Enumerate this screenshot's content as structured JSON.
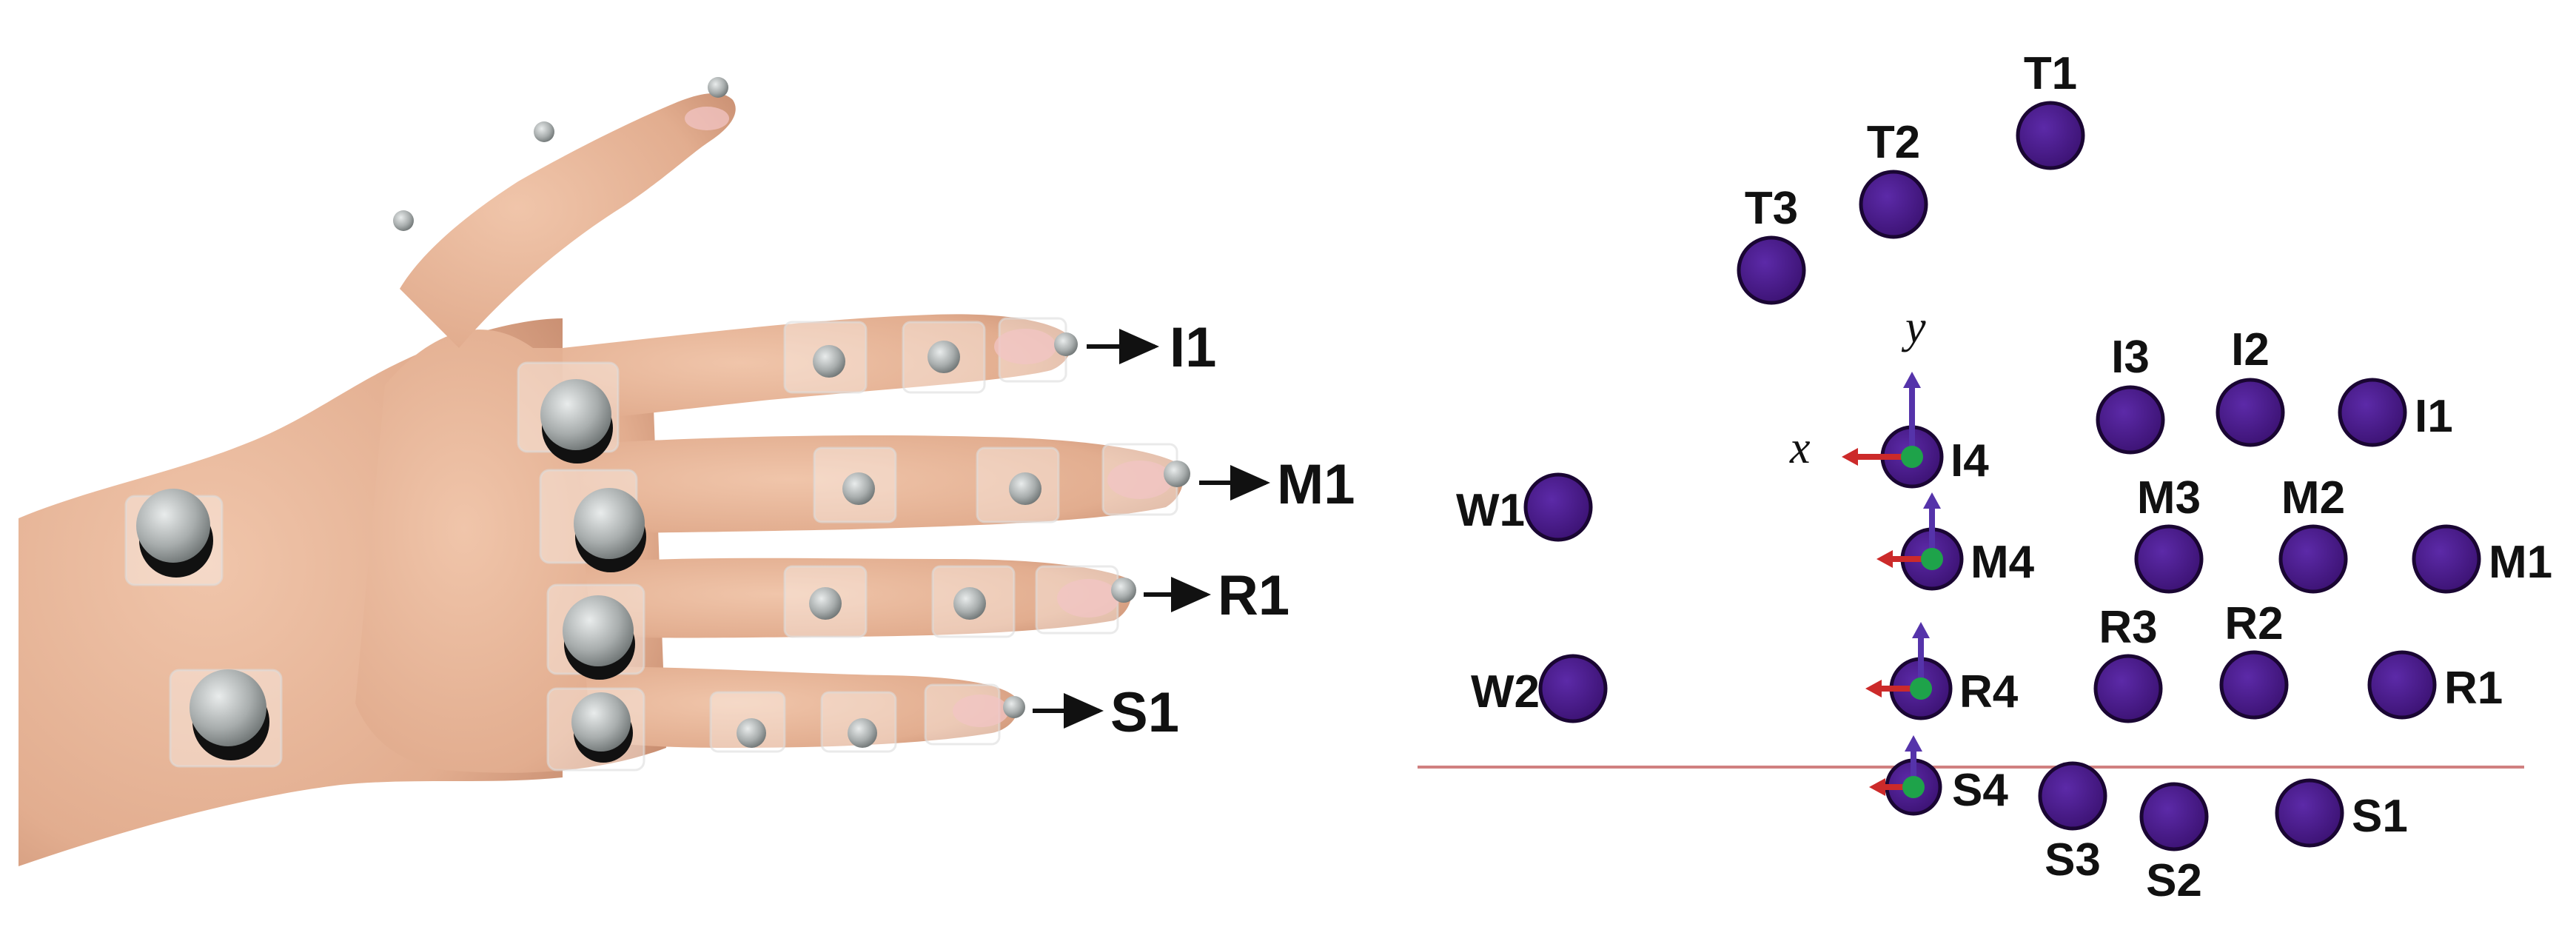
{
  "colors": {
    "marker_fill": "#4a1a8c",
    "marker_stroke": "#1a0633",
    "origin_dot": "#1ea34a",
    "x_arrow": "#cc2a2a",
    "y_arrow": "#5533aa",
    "baseline": "#d08080",
    "skin": "#e4b295",
    "photo_marker": "#a9aeae"
  },
  "photo": {
    "callouts": {
      "I1": "I1",
      "M1": "M1",
      "R1": "R1",
      "S1": "S1"
    }
  },
  "diagram": {
    "axes": {
      "x": "x",
      "y": "y"
    },
    "markers": {
      "T1": "T1",
      "T2": "T2",
      "T3": "T3",
      "I1": "I1",
      "I2": "I2",
      "I3": "I3",
      "I4": "I4",
      "M1": "M1",
      "M2": "M2",
      "M3": "M3",
      "M4": "M4",
      "R1": "R1",
      "R2": "R2",
      "R3": "R3",
      "R4": "R4",
      "S1": "S1",
      "S2": "S2",
      "S3": "S3",
      "S4": "S4",
      "W1": "W1",
      "W2": "W2"
    }
  }
}
